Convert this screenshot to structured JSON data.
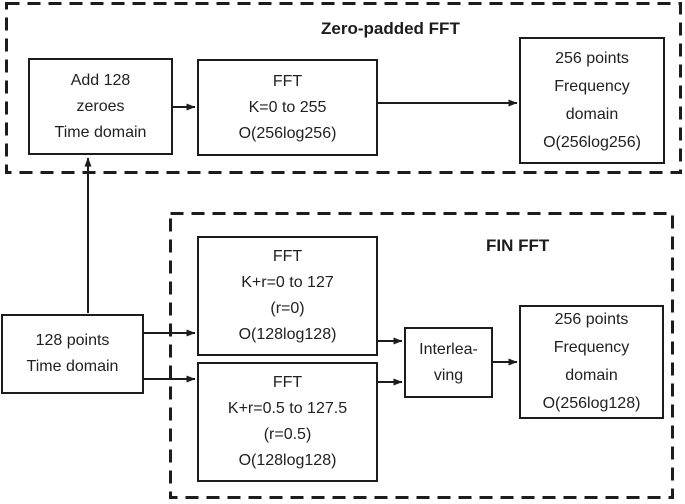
{
  "figure": {
    "type": "flowchart",
    "background": "#ffffff",
    "ink": "#1c1c1c",
    "text_color": "#212121"
  },
  "groups": {
    "zero_padded": {
      "title": "Zero-padded FFT"
    },
    "fin": {
      "title": "FIN FFT"
    }
  },
  "boxes": {
    "add_zeroes": {
      "lines": [
        "Add 128",
        "zeroes",
        "Time domain"
      ]
    },
    "fft_zp": {
      "lines": [
        "FFT",
        "K=0 to 255",
        "O(256log256)"
      ]
    },
    "out_zp": {
      "lines": [
        "256 points",
        "Frequency",
        "domain",
        "O(256log256)"
      ]
    },
    "input": {
      "lines": [
        "128 points",
        "Time domain"
      ]
    },
    "fft_r0": {
      "lines": [
        "FFT",
        "K+r=0 to 127",
        "(r=0)",
        "O(128log128)"
      ]
    },
    "fft_r05": {
      "lines": [
        "FFT",
        "K+r=0.5 to 127.5",
        "(r=0.5)",
        "O(128log128)"
      ]
    },
    "interleaving": {
      "lines": [
        "Interlea-",
        "ving"
      ]
    },
    "out_fin": {
      "lines": [
        "256 points",
        "Frequency",
        "domain",
        "O(256log128)"
      ]
    }
  },
  "edges": [
    {
      "from": "add_zeroes",
      "to": "fft_zp"
    },
    {
      "from": "fft_zp",
      "to": "out_zp"
    },
    {
      "from": "input",
      "to": "add_zeroes"
    },
    {
      "from": "input",
      "to": "fft_r0"
    },
    {
      "from": "input",
      "to": "fft_r05"
    },
    {
      "from": "fft_r0",
      "to": "interleaving"
    },
    {
      "from": "fft_r05",
      "to": "interleaving"
    },
    {
      "from": "interleaving",
      "to": "out_fin"
    }
  ]
}
